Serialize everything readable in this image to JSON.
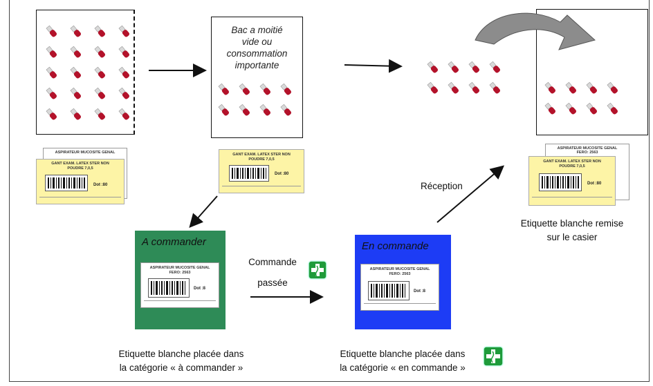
{
  "bins": {
    "middle_text": [
      "Bac a  moitié",
      "vide ou",
      "consommation",
      "importante"
    ]
  },
  "labels": {
    "left_back_title": "ASPIRATEUR MUCOSITE GENAL",
    "left_front_title": [
      "GANT EXAM. LATEX STER NON",
      "POUDRE 7,0,5"
    ],
    "left_dot": "Dot :80",
    "mid_title": [
      "GANT EXAM. LATEX STER NON",
      "POUDRE 7,0,5"
    ],
    "mid_dot": "Dot :80",
    "right_back_title": [
      "ASPIRATEUR MUCOSITE GENAL",
      "FERO: 2563"
    ],
    "right_front_title": [
      "GANT EXAM. LATEX STER NON",
      "POUDRE 7,0,5"
    ],
    "right_dot": "Dot :80",
    "card_label_title": [
      "ASPIRATEUR MUCOSITE GENAL",
      "FERO: 2563"
    ],
    "card_dot": "Dot :8"
  },
  "cards": {
    "green_title": "A commander",
    "blue_title": "En commande"
  },
  "captions": {
    "commande_line1": "Commande",
    "commande_line2": "passée",
    "reception": "Réception",
    "right_line1": "Etiquette blanche remise",
    "right_line2": "sur le casier",
    "green_line1": "Etiquette blanche placée dans",
    "green_line2": "la catégorie « à commander »",
    "blue_line1": "Etiquette blanche placée dans",
    "blue_line2": "la catégorie « en commande »"
  },
  "colors": {
    "green_card": "#2e8b57",
    "blue_card": "#1d3cf5",
    "pharmacy_icon_green": "#1e9b3a",
    "label_yellow": "#fdf4a6",
    "vial_red": "#b3122a",
    "curved_arrow": "#8c8c8c"
  },
  "icons": [
    "vial-icon",
    "pharmacy-cross-icon",
    "barcode-icon",
    "curved-arrow-icon"
  ]
}
